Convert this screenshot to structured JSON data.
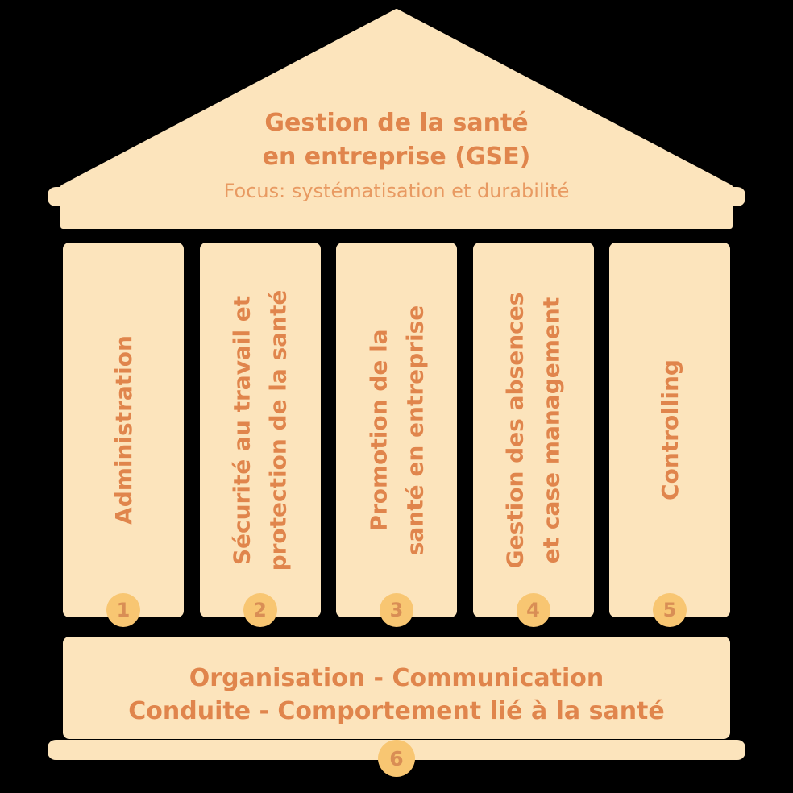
{
  "colors": {
    "background": "#000000",
    "structure_fill": "#FCE4BC",
    "text_primary": "#E0854C",
    "text_secondary": "#E89A62",
    "badge_fill": "#F8C672",
    "badge_text": "#D98E55"
  },
  "pediment": {
    "title": "Gestion de la santé\nen entreprise (GSE)",
    "subtitle": "Focus: systématisation et durabilité"
  },
  "pillars": [
    {
      "number": "1",
      "label": "Administration"
    },
    {
      "number": "2",
      "label": "Sécurité au travail et\nprotection de la santé"
    },
    {
      "number": "3",
      "label": "Promotion de la\nsanté en entreprise"
    },
    {
      "number": "4",
      "label": "Gestion des absences\net case management"
    },
    {
      "number": "5",
      "label": "Controlling"
    }
  ],
  "foundation": {
    "number": "6",
    "label": "Organisation - Communication\nConduite - Comportement lié à la santé"
  }
}
